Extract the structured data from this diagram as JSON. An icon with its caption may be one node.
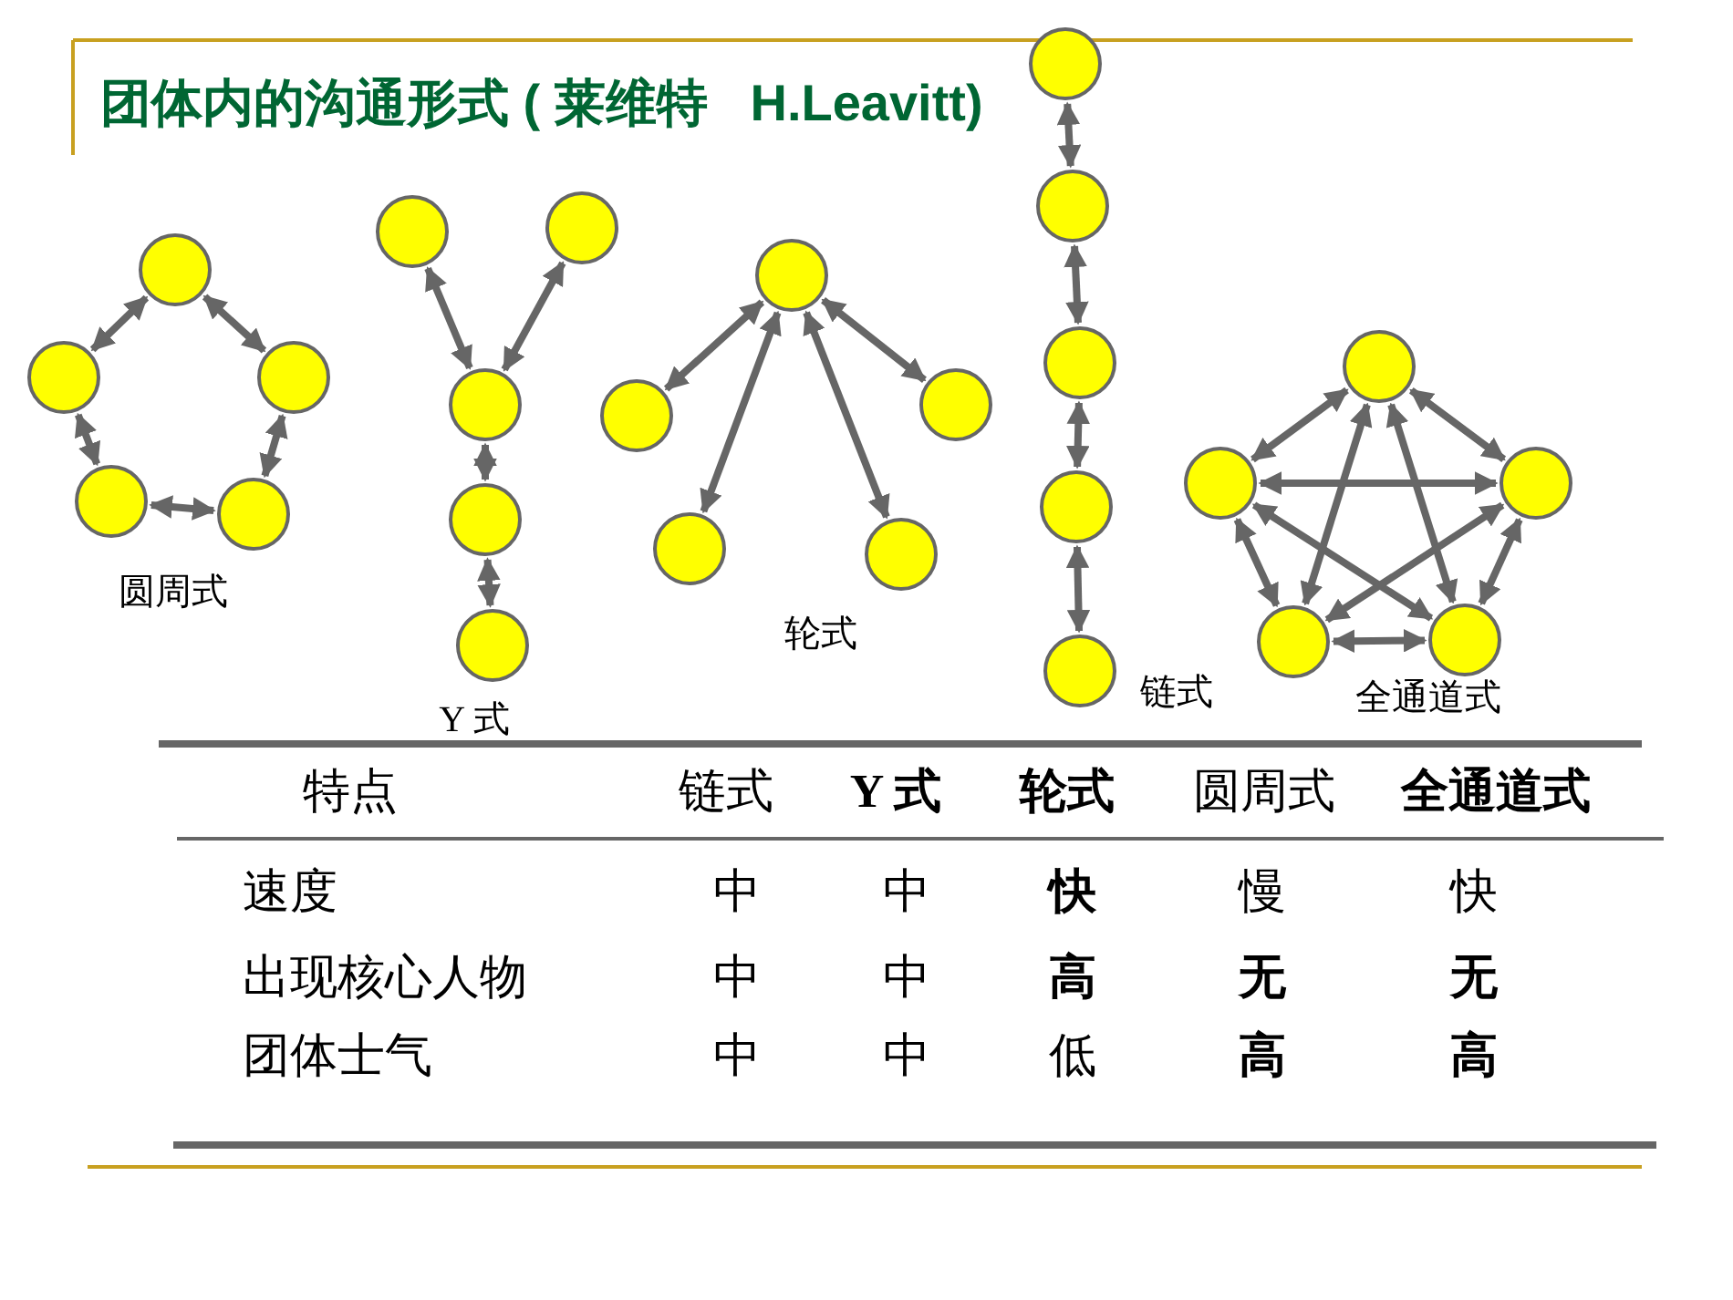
{
  "diagram": {
    "title": "团体内的沟通形式 ( 莱维特   H.Leavitt)",
    "nodes": [
      {
        "text": [],
        "shape": "circle"
      },
      {
        "text": [],
        "shape": "circle"
      },
      {
        "text": [],
        "shape": "circle"
      },
      {
        "text": [],
        "shape": "circle"
      },
      {
        "text": [],
        "shape": "circle"
      },
      {
        "text": [],
        "shape": "circle"
      },
      {
        "text": [],
        "shape": "circle"
      },
      {
        "text": [],
        "shape": "circle"
      },
      {
        "text": [],
        "shape": "circle"
      },
      {
        "text": [],
        "shape": "circle"
      },
      {
        "text": [],
        "shape": "circle"
      },
      {
        "text": [],
        "shape": "circle"
      },
      {
        "text": [],
        "shape": "circle"
      },
      {
        "text": [],
        "shape": "circle"
      },
      {
        "text": [],
        "shape": "circle"
      },
      {
        "text": [],
        "shape": "circle"
      },
      {
        "text": [],
        "shape": "circle"
      },
      {
        "text": [],
        "shape": "circle"
      },
      {
        "text": [],
        "shape": "circle"
      },
      {
        "text": [],
        "shape": "circle"
      },
      {
        "text": [],
        "shape": "circle"
      },
      {
        "text": [],
        "shape": "circle"
      },
      {
        "text": [],
        "shape": "circle"
      },
      {
        "text": [],
        "shape": "circle"
      },
      {
        "text": [],
        "shape": "circle"
      }
    ],
    "edges": [
      {
        "from": 0,
        "to": 1,
        "arrow": "both"
      },
      {
        "from": 0,
        "to": 2,
        "arrow": "both"
      },
      {
        "from": 1,
        "to": 3,
        "arrow": "both"
      },
      {
        "from": 3,
        "to": 4,
        "arrow": "both"
      },
      {
        "from": 4,
        "to": 2,
        "arrow": "both"
      },
      {
        "from": 5,
        "to": 7,
        "arrow": "both"
      },
      {
        "from": 6,
        "to": 7,
        "arrow": "both"
      },
      {
        "from": 7,
        "to": 8,
        "arrow": "both"
      },
      {
        "from": 8,
        "to": 9,
        "arrow": "both"
      },
      {
        "from": 10,
        "to": 11,
        "arrow": "both"
      },
      {
        "from": 10,
        "to": 12,
        "arrow": "both"
      },
      {
        "from": 10,
        "to": 13,
        "arrow": "both"
      },
      {
        "from": 10,
        "to": 14,
        "arrow": "both"
      },
      {
        "from": 15,
        "to": 16,
        "arrow": "both"
      },
      {
        "from": 16,
        "to": 17,
        "arrow": "both"
      },
      {
        "from": 17,
        "to": 18,
        "arrow": "both"
      },
      {
        "from": 18,
        "to": 19,
        "arrow": "both"
      },
      {
        "from": 20,
        "to": 21,
        "arrow": "both"
      },
      {
        "from": 20,
        "to": 22,
        "arrow": "both"
      },
      {
        "from": 20,
        "to": 23,
        "arrow": "both"
      },
      {
        "from": 20,
        "to": 24,
        "arrow": "both"
      },
      {
        "from": 21,
        "to": 22,
        "arrow": "both"
      },
      {
        "from": 21,
        "to": 23,
        "arrow": "both"
      },
      {
        "from": 21,
        "to": 24,
        "arrow": "both"
      },
      {
        "from": 22,
        "to": 23,
        "arrow": "both"
      },
      {
        "from": 22,
        "to": 24,
        "arrow": "both"
      },
      {
        "from": 23,
        "to": 24,
        "arrow": "both"
      }
    ],
    "labels": [
      "圆周式",
      "轮式",
      "链式",
      "全通道式",
      "Y 式",
      "特点",
      "链式",
      "Y 式",
      "轮式",
      "圆周式",
      "全通道式",
      "速度",
      "中",
      "中",
      "快",
      "慢",
      "快",
      "出现核心人物",
      "中",
      "中",
      "高",
      "无",
      "无",
      "团体士气",
      "中",
      "中",
      "低",
      "高",
      "高"
    ]
  }
}
